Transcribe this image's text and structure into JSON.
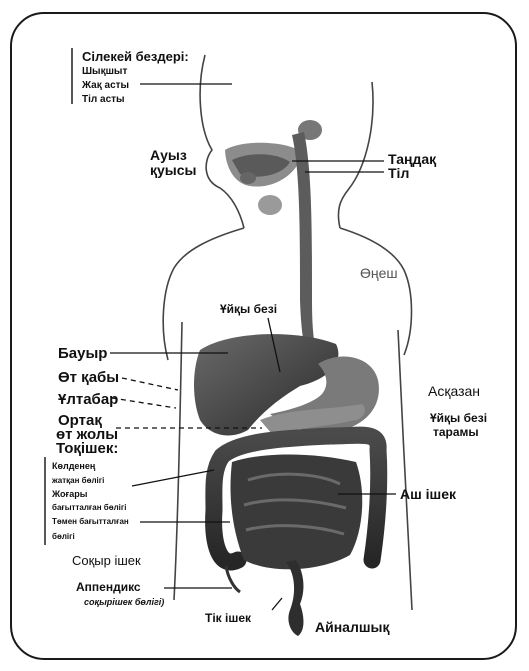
{
  "salivary": {
    "title": "Сілекей бездері:",
    "items": [
      "Шықшыт",
      "Жақ асты",
      "Тіл асты"
    ]
  },
  "labels": {
    "mouth": "Ауыз қуысы",
    "palate": "Таңдақ",
    "tongue": "Тіл",
    "esophagus": "Өңеш",
    "pancreas": "Ұйқы безі",
    "liver": "Бауыр",
    "gallbladder": "Өт қабы",
    "duodenum": "Ұлтабар",
    "bile_duct_1": "Ортақ",
    "bile_duct_2": "өт жолы",
    "stomach": "Асқазан",
    "pancreatic_duct_1": "Ұйқы безі",
    "pancreatic_duct_2": "тарамы",
    "small_intestine": "Аш ішек",
    "cecum": "Соқыр ішек",
    "appendix": "Аппендикс",
    "appendix_note": "соқырішек бөлігі)",
    "rectum": "Тік ішек",
    "anus": "Айналшық"
  },
  "colon": {
    "title": "Тоқішек:",
    "items": [
      "Көлденең",
      "жатқан бөлігі",
      "Жоғары",
      "бағытталған бөлігі",
      "Төмен бағытталған",
      "бөлігі"
    ]
  }
}
